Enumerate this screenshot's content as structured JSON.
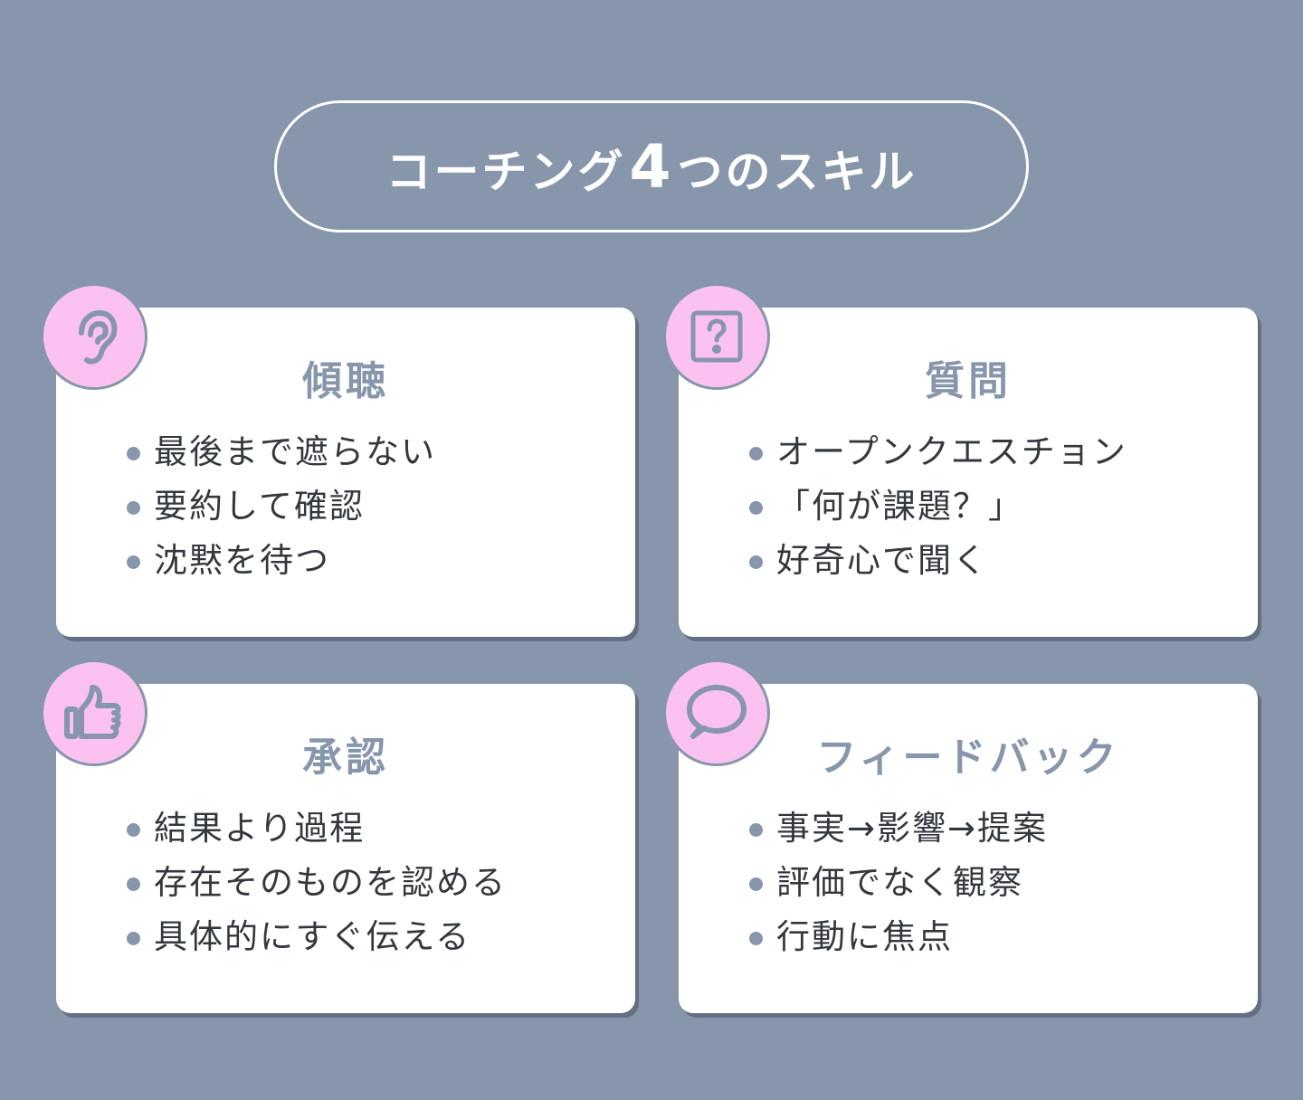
{
  "title": {
    "pre": "コーチング",
    "num": "4",
    "post": "つのスキル"
  },
  "colors": {
    "background": "#8796ab",
    "card": "#ffffff",
    "badge": "#fbc2ef",
    "accent": "#8796ab",
    "text": "#33383f"
  },
  "cards": [
    {
      "icon": "ear-icon",
      "title": "傾聴",
      "items": [
        "最後まで遮らない",
        "要約して確認",
        "沈黙を待つ"
      ]
    },
    {
      "icon": "question-box-icon",
      "title": "質問",
      "items": [
        "オープンクエスチョン",
        "「何が課題？」",
        "好奇心で聞く"
      ]
    },
    {
      "icon": "thumbs-up-icon",
      "title": "承認",
      "items": [
        "結果より過程",
        "存在そのものを認める",
        "具体的にすぐ伝える"
      ]
    },
    {
      "icon": "speech-bubble-icon",
      "title": "フィードバック",
      "items": [
        "事実→影響→提案",
        "評価でなく観察",
        "行動に焦点"
      ]
    }
  ]
}
